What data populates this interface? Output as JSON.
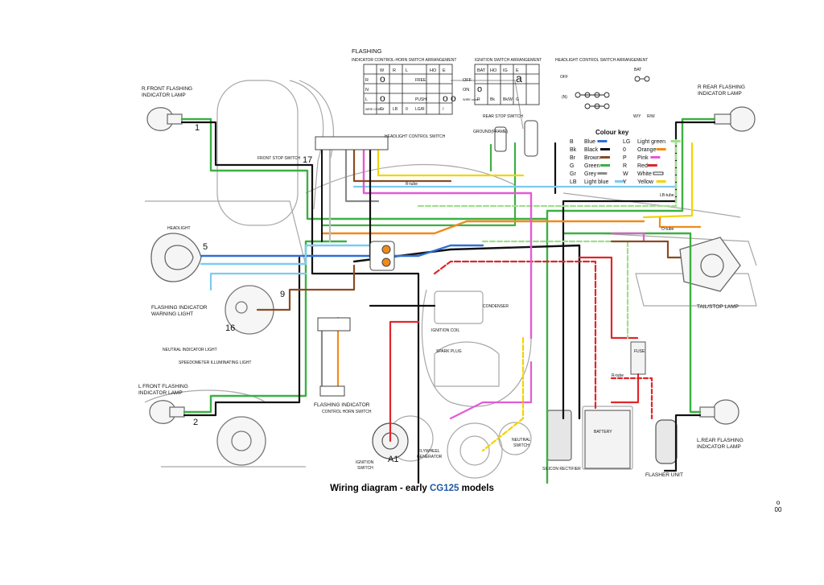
{
  "caption": {
    "prefix": "Wiring diagram - early ",
    "model": "CG125",
    "suffix": " models"
  },
  "page_number": {
    "mark": "o",
    "value": "00"
  },
  "labels": {
    "flashing_title": "FLASHING",
    "flashing_sub": "INDICATOR CONTROL-HORN SWITCH ARRANGEMENT",
    "ignition_title": "IGNITION SWITCH ARRANGEMENT",
    "headlight_title": "HEADLIGHT CONTROL SWITCH ARRANGEMENT",
    "headlight_bat": "BAT",
    "headlight_off": "OFF",
    "headlight_n": "(N)",
    "rear_stop_switch": "REAR STOP SWITCH",
    "ground_frame": "GROUND(FRAME)",
    "headlight_control_switch": "HEADLIGHT CONTROL SWITCH",
    "wy": "W/Y",
    "rw": "R/W",
    "r_front_flash": "R.FRONT FLASHING",
    "r_front_flash2": "INDICATOR LAMP",
    "front_stop_switch": "FRONT STOP SWITCH",
    "headlight": "HEADLIGHT",
    "flashing_warning": "FLASHING INDICATOR",
    "flashing_warning2": "WARNING LIGHT",
    "neutral_indicator": "NEUTRAL INDICATOR LIGHT",
    "speedo_light": "SPEEDOMETER ILLUMINATING LIGHT",
    "l_front_flash": "L FRONT FLASHING",
    "l_front_flash2": "INDICATOR LAMP",
    "flash_ctrl": "FLASHING INDICATOR",
    "flash_ctrl2": "CONTROL HORN SWITCH",
    "ignition_switch": "IGNITION",
    "ignition_switch2": "SWITCH",
    "flywheel": "FLYWHEEL",
    "flywheel2": "GENERATOR",
    "neutral_switch": "NEUTRAL",
    "neutral_switch2": "SWITCH",
    "silicon_rectifier": "SILICON RECTIFIER",
    "battery": "BATTERY",
    "fuse": "FUSE",
    "flasher_unit": "FLASHER UNIT",
    "l_rear_flash": "L.REAR FLASHING",
    "l_rear_flash2": "INDICATOR LAMP",
    "r_rear_flash": "R REAR FLASHING",
    "r_rear_flash2": "INDICATOR LAMP",
    "tail_stop": "TAIL/STOP LAMP",
    "condenser": "CONDENSER",
    "ignition_coil": "IGNITION COIL",
    "spark_plug": "SPARK PLUG",
    "r_tube": "R-tube",
    "lb_tube": "LB-tube",
    "o_tube": "O-tube",
    "r_tube2": "R-tube",
    "num_1": "1",
    "num_2": "2",
    "num_5": "5",
    "num_9": "9",
    "num_16": "16",
    "num_17": "17",
    "a1": "A1"
  },
  "flashing_table": {
    "headers": [
      "W",
      "R",
      "L",
      "HO",
      "E"
    ],
    "rows": [
      {
        "label": "R",
        "cells": [
          "o",
          "",
          "",
          "FREE",
          ""
        ]
      },
      {
        "label": "N",
        "cells": [
          "",
          "",
          "",
          "",
          ""
        ]
      },
      {
        "label": "L",
        "cells": [
          "o",
          "",
          "",
          "PUSH",
          "o o"
        ]
      },
      {
        "label": "WIRE CODE",
        "cells": [
          "Gr",
          "LB",
          "0",
          "LG/R",
          "/"
        ]
      }
    ]
  },
  "ignition_table": {
    "headers": [
      "BAT",
      "HO",
      "IG",
      "E"
    ],
    "rows": [
      {
        "label": "OFF",
        "cells": [
          "",
          "",
          "",
          ""
        ]
      },
      {
        "label": "ON",
        "cells": [
          "o",
          "",
          "",
          ""
        ]
      },
      {
        "label": "WIRE color",
        "cells": [
          "R",
          "Bk",
          "Bk/W",
          "G"
        ]
      }
    ]
  },
  "colour_key": {
    "title": "Colour key",
    "left": [
      {
        "code": "B",
        "name": "Blue",
        "color": "#2f6fd6"
      },
      {
        "code": "Bk",
        "name": "Black",
        "color": "#111111"
      },
      {
        "code": "Br",
        "name": "Brown",
        "color": "#8a4b22"
      },
      {
        "code": "G",
        "name": "Green",
        "color": "#3cb043"
      },
      {
        "code": "Gr",
        "name": "Grey",
        "color": "#8a8a8a"
      },
      {
        "code": "LB",
        "name": "Light blue",
        "color": "#7ccbf0"
      }
    ],
    "right": [
      {
        "code": "LG",
        "name": "Light green",
        "color": "#9ee08a"
      },
      {
        "code": "0",
        "name": "Orange",
        "color": "#f08a1c"
      },
      {
        "code": "P",
        "name": "Pink",
        "color": "#e25bd6"
      },
      {
        "code": "R",
        "name": "Red",
        "color": "#e0262b"
      },
      {
        "code": "W",
        "name": "White",
        "color": "#ffffff"
      },
      {
        "code": "Y",
        "name": "Yellow",
        "color": "#f2d400"
      }
    ]
  },
  "colors": {
    "green": "#3cb043",
    "black": "#111111",
    "red": "#e0262b",
    "blue": "#2f6fd6",
    "light_blue": "#7ccbf0",
    "light_green": "#9ee08a",
    "orange": "#f08a1c",
    "pink": "#e25bd6",
    "brown": "#8a4b22",
    "yellow": "#f2d400",
    "grey": "#8a8a8a",
    "sketch": "#9a9a9a"
  }
}
